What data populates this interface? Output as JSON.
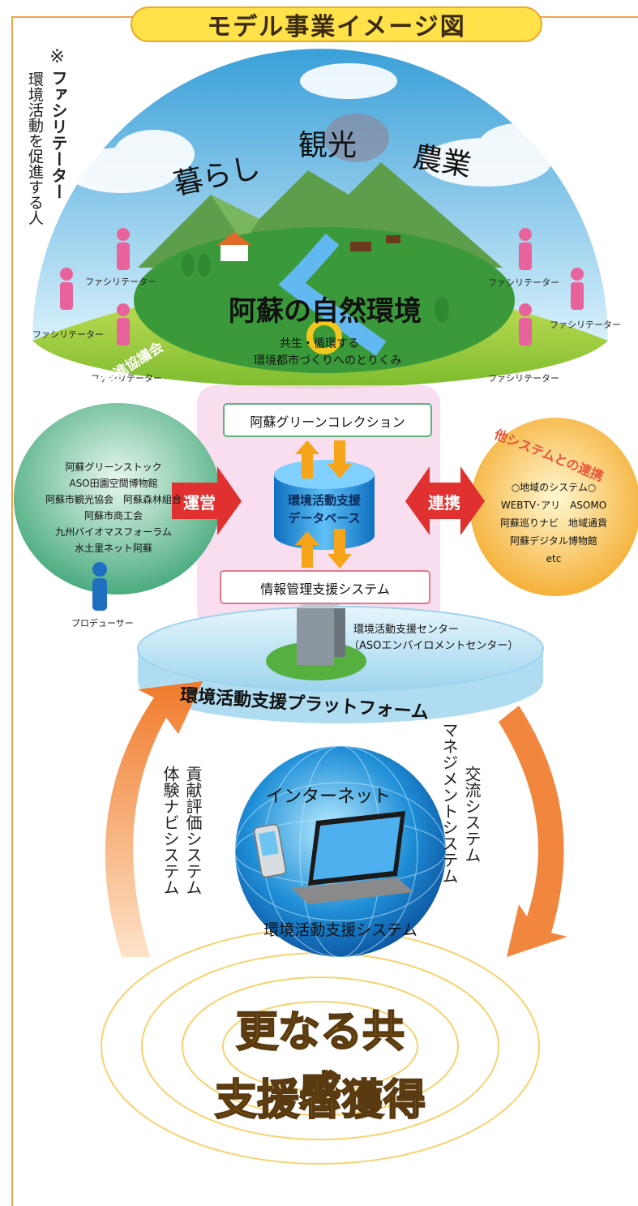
{
  "header": {
    "title": "モデル事業イメージ図"
  },
  "note": {
    "mark": "※",
    "term": "ファシリテーター",
    "definition": "環境活動を促進する人"
  },
  "dome": {
    "words": [
      "暮らし",
      "観光",
      "農業"
    ],
    "nature_label": "阿蘇の自然環境",
    "caption_line1": "共生・循環する",
    "caption_line2": "環境都市づくりへのとりくみ",
    "facilitator_label": "ファシリテーター"
  },
  "council": {
    "title": "阿蘇ICT利活用推進協議会",
    "members": [
      "阿蘇グリーンストック",
      "ASO田園空間博物館",
      "阿蘇市観光協会　阿蘇森林組合",
      "阿蘇市商工会",
      "九州バイオマスフォーラム",
      "水土里ネット阿蘇"
    ],
    "producer_label": "プロデューサー"
  },
  "arrows": {
    "operate": "運営",
    "link": "連携"
  },
  "platform": {
    "green_collection": "阿蘇グリーンコレクション",
    "database_line1": "環境活動支援",
    "database_line2": "データベース",
    "info_system": "情報管理支援システム",
    "center_line1": "環境活動支援センター",
    "center_line2": "（ASOエンバイロメントセンター）",
    "label": "環境活動支援プラットフォーム"
  },
  "other_systems": {
    "title": "他システムとの連携",
    "items": [
      "○地域のシステム○",
      "WEBTV･アリ　ASOMO",
      "阿蘇巡りナビ　地域通貨",
      "阿蘇デジタル博物館",
      "etc"
    ]
  },
  "internet": {
    "label": "インターネット",
    "system": "環境活動支援システム"
  },
  "left_systems": {
    "col1": "貢献評価システム",
    "col2": "体験ナビシステム"
  },
  "right_systems": {
    "col1": "交流システム",
    "col2": "マネジメントシステム"
  },
  "result": {
    "line1": "更なる共感",
    "line2": "支援者獲得"
  },
  "colors": {
    "frame": "#f0a24a",
    "title_bg": "#ffe14a",
    "facilitator": "#e8639b",
    "arrow_red": "#e03030",
    "arrow_orange": "#f08a3a",
    "council": "#3aaa78",
    "other": "#f7b22e"
  }
}
